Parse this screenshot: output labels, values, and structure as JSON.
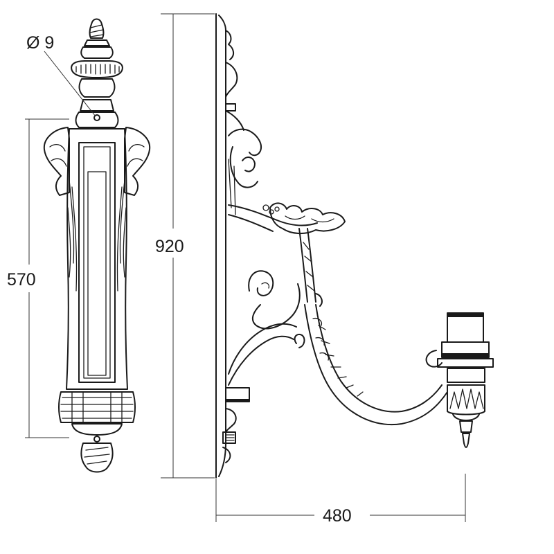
{
  "dimensions": {
    "hole_diameter": "Ø 9",
    "plate_height": "570",
    "total_height": "920",
    "projection": "480"
  }
}
